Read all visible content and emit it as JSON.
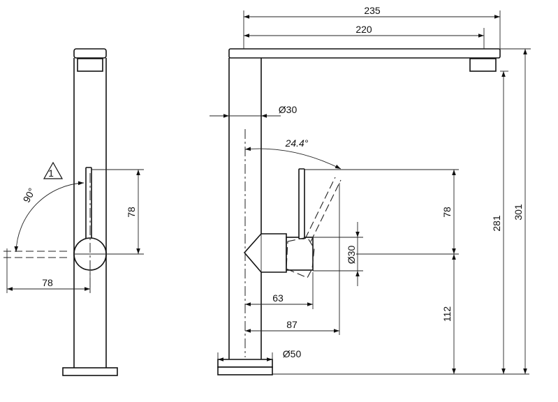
{
  "dimensions": {
    "width_235": "235",
    "width_220": "220",
    "dia_30_top": "Ø30",
    "angle_24": "24.4°",
    "lever_78_right": "78",
    "dia_30_side": "Ø30",
    "dist_63": "63",
    "dist_87": "87",
    "height_112": "112",
    "height_281": "281",
    "height_301": "301",
    "dia_50": "Ø50",
    "lever_78_left": "78",
    "angle_90": "90°",
    "reach_78": "78",
    "warning_symbol": "1"
  }
}
